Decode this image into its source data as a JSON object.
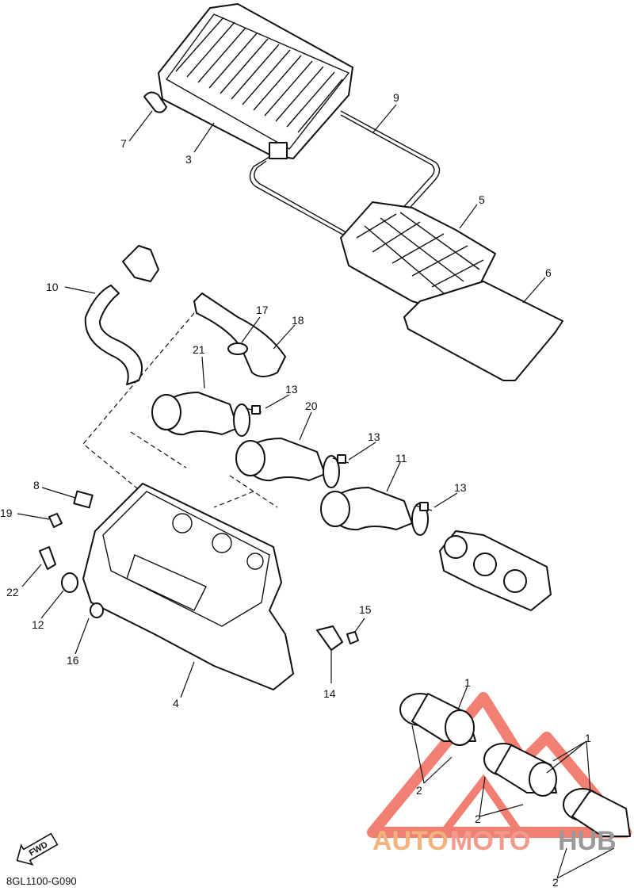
{
  "diagram": {
    "diagram_code": "8GL1100-G090",
    "fwd_label": "FWD",
    "callouts": [
      "1",
      "2",
      "3",
      "4",
      "5",
      "6",
      "7",
      "8",
      "9",
      "10",
      "11",
      "12",
      "13",
      "14",
      "15",
      "16",
      "17",
      "18",
      "19",
      "20",
      "21",
      "22"
    ],
    "watermark": {
      "part1": "AUTO",
      "part2": "MOTO",
      "part3": "HUB",
      "colors": {
        "auto": "#f2b37c",
        "moto": "#f29a8c",
        "hub": "#9a9a9a",
        "logo": "#ef6a5a"
      }
    }
  }
}
